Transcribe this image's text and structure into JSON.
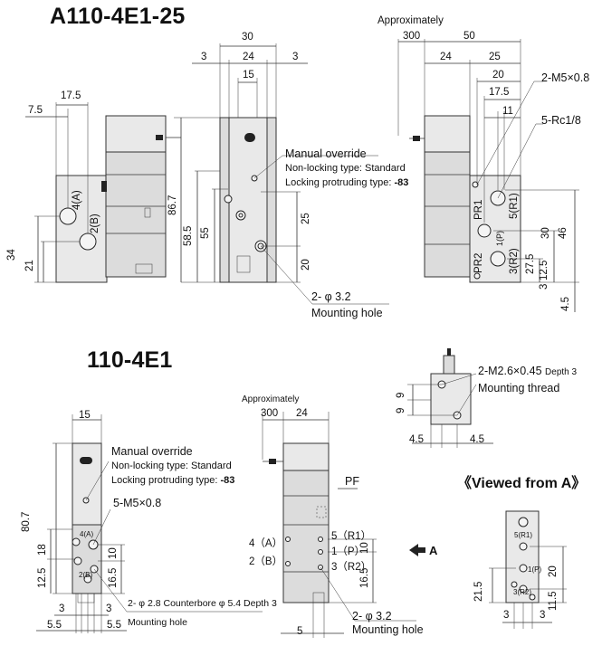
{
  "titles": {
    "main": "A110-4E1-25",
    "secondary": "110-4E1",
    "view_a": "《Viewed from A》"
  },
  "labels": {
    "approximately_top": "Approximately",
    "approximately_bottom": "Approximately",
    "manual_override_top": "Manual override",
    "non_locking_top": "Non-locking type: Standard",
    "locking_top_prefix": "Locking protruding type: ",
    "locking_top_code": "-83",
    "manual_override_bottom": "Manual override",
    "non_locking_bottom": "Non-locking type: Standard",
    "locking_bottom_prefix": "Locking protruding type: ",
    "locking_bottom_code": "-83",
    "mounting_hole_top_size": "2- φ 3.2",
    "mounting_hole_top": "Mounting hole",
    "m5_top": "2-M5×0.8",
    "rc_top": "5-Rc1/8",
    "m5_bottom": "5-M5×0.8",
    "counterbore": "2- φ 2.8 Counterbore φ 5.4 Depth 3",
    "mounting_hole_left": "Mounting hole",
    "mounting_hole_mid_size": "2- φ 3.2",
    "mounting_hole_mid": "Mounting hole",
    "m26": "2-M2.6×0.45",
    "m26_depth": "Depth 3",
    "mounting_thread": "Mounting thread",
    "pf": "PF",
    "arrow_a": "A"
  },
  "ports_top": {
    "a4": "4(A)",
    "b2": "2(B)",
    "pr1": "PR1",
    "pr2": "PR2",
    "r1": "5(R1)",
    "p1": "1(P)",
    "r2": "3(R2)"
  },
  "ports_bottom": {
    "left_a": "4(A)",
    "left_b": "2(B)",
    "mid_a": "4（A）",
    "mid_b": "2（B）",
    "mid_r1": "5（R1）",
    "mid_p": "1（P）",
    "mid_r2": "3（R2）",
    "va_r1": "5(R1)",
    "va_p": "1(P)",
    "va_r2": "3(R2)"
  },
  "dims_top_left": {
    "d17_5": "17.5",
    "d7_5": "7.5",
    "d34": "34",
    "d21": "21"
  },
  "dims_top_mid": {
    "d30": "30",
    "d3a": "3",
    "d24": "24",
    "d3b": "3",
    "d15": "15",
    "d86_7": "86.7",
    "d58_5": "58.5",
    "d55": "55",
    "d25": "25",
    "d20": "20"
  },
  "dims_top_right": {
    "d300": "300",
    "d50": "50",
    "d24": "24",
    "d25": "25",
    "d20": "20",
    "d17_5": "17.5",
    "d11": "11",
    "d30": "30",
    "d46": "46",
    "d27_5": "27.5",
    "d12_5": "12.5",
    "d3": "3",
    "d4_5": "4.5"
  },
  "dims_bottom_left": {
    "d15": "15",
    "d80_7": "80.7",
    "d18": "18",
    "d12_5": "12.5",
    "d10": "10",
    "d16_5": "16.5",
    "d3a": "3",
    "d3b": "3",
    "d5_5a": "5.5",
    "d5_5b": "5.5"
  },
  "dims_bottom_mid": {
    "d300": "300",
    "d24": "24",
    "d10": "10",
    "d16_5": "16.5",
    "d5": "5"
  },
  "dims_thread": {
    "d9a": "9",
    "d9b": "9",
    "d4_5a": "4.5",
    "d4_5b": "4.5"
  },
  "dims_view_a": {
    "d21_5": "21.5",
    "d20": "20",
    "d11_5": "11.5",
    "d3a": "3",
    "d3b": "3"
  }
}
